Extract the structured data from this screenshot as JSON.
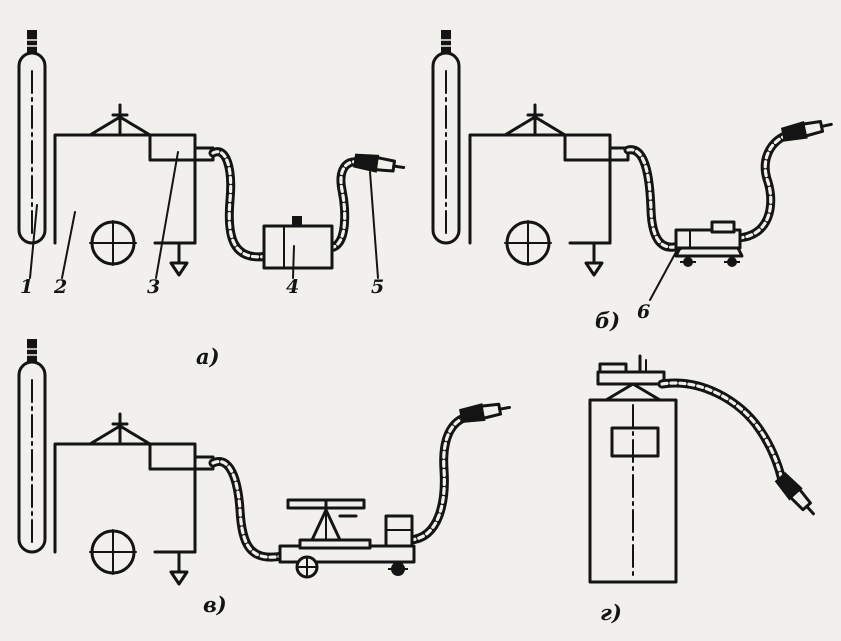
{
  "diagram": {
    "part_labels": [
      "1",
      "2",
      "3",
      "4",
      "5",
      "6"
    ],
    "captions": {
      "a": "а)",
      "b": "б)",
      "v": "в)",
      "g": "г)"
    }
  }
}
